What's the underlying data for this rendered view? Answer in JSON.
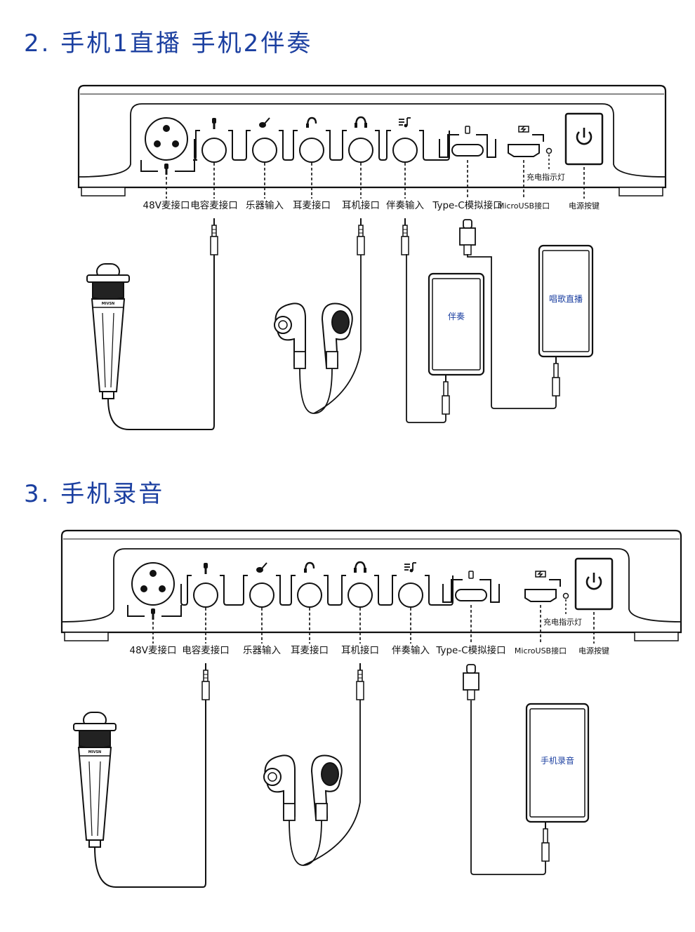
{
  "sections": [
    {
      "title": "2. 手机1直播 手机2伴奏",
      "ports": [
        {
          "label": "48V麦接口"
        },
        {
          "label": "电容麦接口"
        },
        {
          "label": "乐器输入"
        },
        {
          "label": "耳麦接口"
        },
        {
          "label": "耳机接口"
        },
        {
          "label": "伴奏输入"
        },
        {
          "label": "Type-C模拟接口"
        },
        {
          "label": "MicroUSB接口"
        },
        {
          "label": "电源按键"
        }
      ],
      "indicator_label": "充电指示灯",
      "mic_brand": "MIVSN",
      "phones": [
        {
          "label": "伴奏"
        },
        {
          "label": "唱歌直播"
        }
      ]
    },
    {
      "title": "3. 手机录音",
      "ports": [
        {
          "label": "48V麦接口"
        },
        {
          "label": "电容麦接口"
        },
        {
          "label": "乐器输入"
        },
        {
          "label": "耳麦接口"
        },
        {
          "label": "耳机接口"
        },
        {
          "label": "伴奏输入"
        },
        {
          "label": "Type-C模拟接口"
        },
        {
          "label": "MicroUSB接口"
        },
        {
          "label": "电源按键"
        }
      ],
      "indicator_label": "充电指示灯",
      "mic_brand": "MIVSN",
      "phones": [
        {
          "label": "手机录音"
        }
      ]
    }
  ]
}
